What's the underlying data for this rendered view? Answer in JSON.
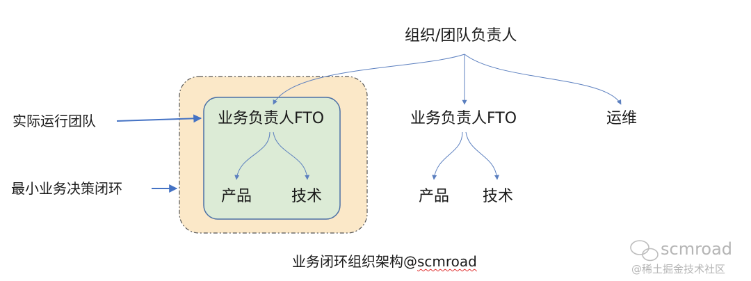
{
  "nodes": {
    "root": "组织/团队负责人",
    "fto_left": "业务负责人FTO",
    "product_left": "产品",
    "tech_left": "技术",
    "fto_right": "业务负责人FTO",
    "product_right": "产品",
    "tech_right": "技术",
    "ops": "运维"
  },
  "side_labels": {
    "team": "实际运行团队",
    "loop": "最小业务决策闭环"
  },
  "caption": {
    "prefix": "业务闭环组织架构@",
    "handle": "scmroad"
  },
  "watermark": {
    "brand": "scmroad",
    "source": "@稀土掘金技术社区"
  },
  "colors": {
    "outer_fill": "#fbe8c8",
    "inner_fill": "#dcebd6",
    "inner_border": "#4a6fa5",
    "arrow": "#5b7fbf",
    "caption_underline": "#e03030"
  }
}
